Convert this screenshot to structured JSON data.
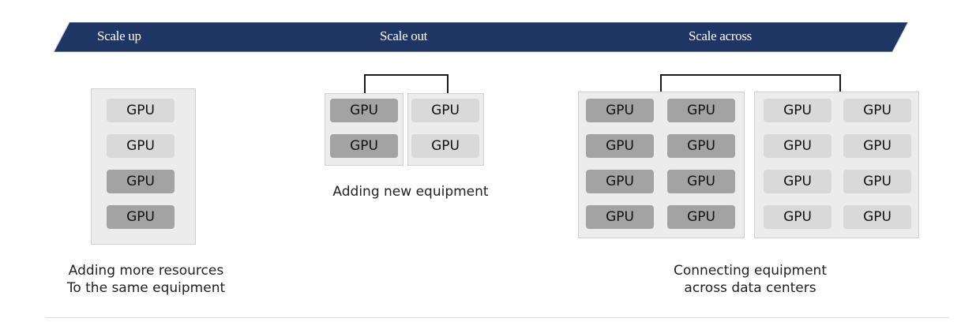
{
  "banner": {
    "color": "#1f3563",
    "labels": [
      "Scale up",
      "Scale out",
      "Scale across"
    ]
  },
  "gpu_label": "GPU",
  "colors": {
    "gpu_light": "#d9d9d9",
    "gpu_dark": "#a3a3a3",
    "box": "#ececec"
  },
  "scale_up": {
    "gpus": [
      "light",
      "light",
      "dark",
      "dark"
    ],
    "caption_line1": "Adding more resources",
    "caption_line2": "To the same equipment"
  },
  "scale_out": {
    "units": [
      {
        "gpus": [
          "dark",
          "dark"
        ]
      },
      {
        "gpus": [
          "light",
          "light"
        ]
      }
    ],
    "caption": "Adding new equipment"
  },
  "scale_across": {
    "units": [
      {
        "gpus": [
          "dark",
          "dark",
          "dark",
          "dark",
          "dark",
          "dark",
          "dark",
          "dark"
        ]
      },
      {
        "gpus": [
          "light",
          "light",
          "light",
          "light",
          "light",
          "light",
          "light",
          "light"
        ]
      }
    ],
    "caption_line1": "Connecting equipment",
    "caption_line2": "across data centers"
  }
}
